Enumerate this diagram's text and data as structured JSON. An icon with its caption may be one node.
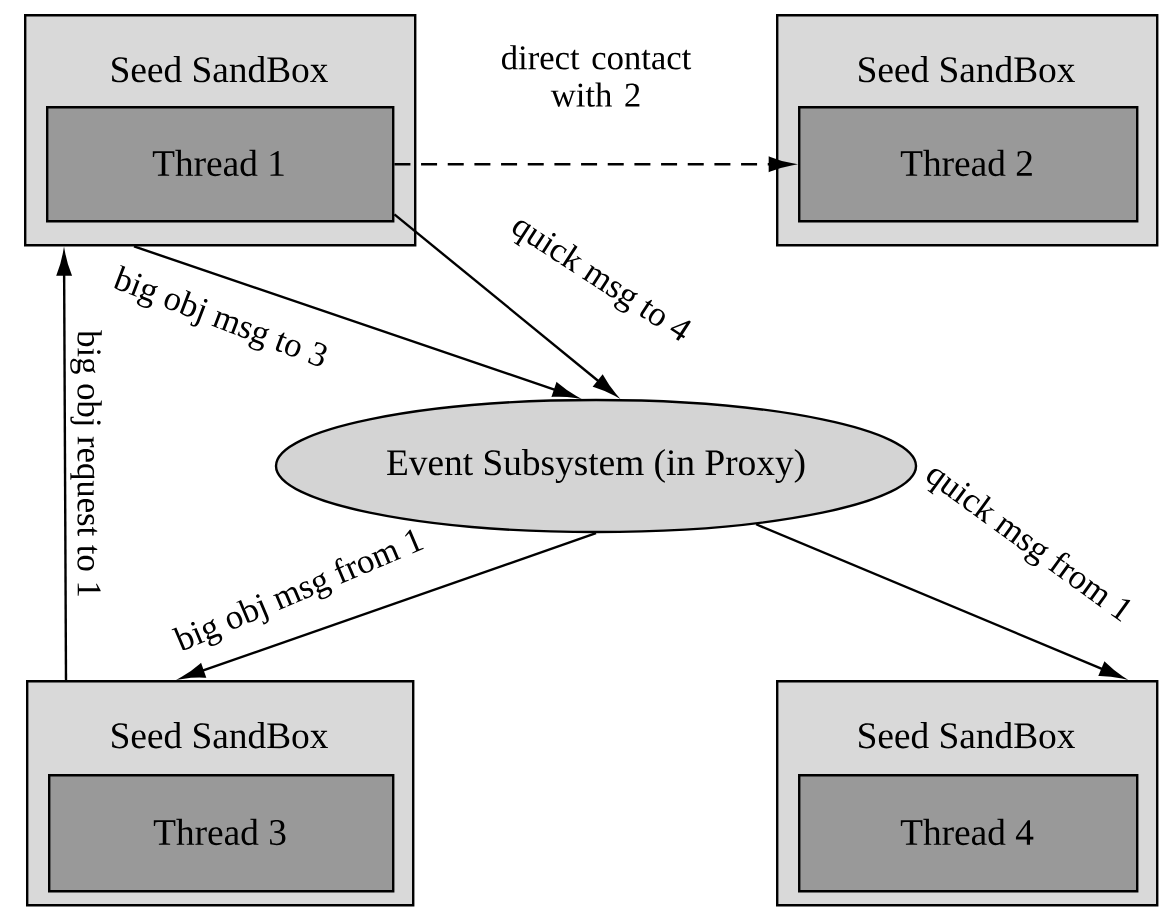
{
  "diagram": {
    "nodes": [
      {
        "text": [
          "Seed SandBox"
        ]
      },
      {
        "text": [
          "Thread 1"
        ],
        "in": 0
      },
      {
        "text": [
          "Seed SandBox"
        ]
      },
      {
        "text": [
          "Thread 2"
        ],
        "in": 2
      },
      {
        "text": [
          "Event Subsystem (in Proxy)"
        ]
      },
      {
        "text": [
          "Seed SandBox"
        ]
      },
      {
        "text": [
          "Thread 3"
        ],
        "in": 5
      },
      {
        "text": [
          "Seed SandBox"
        ]
      },
      {
        "text": [
          "Thread 4"
        ],
        "in": 7
      }
    ],
    "edges": [
      {
        "from": 1,
        "to": 3,
        "arrow": "to",
        "style": "dashed",
        "label": "direct contact with 2"
      },
      {
        "from": 0,
        "to": 4,
        "arrow": "to",
        "label": "big obj msg to 3"
      },
      {
        "from": 1,
        "to": 4,
        "arrow": "to",
        "label": "quick msg to 4"
      },
      {
        "from": 4,
        "to": 5,
        "arrow": "to",
        "label": "big obj msg from 1"
      },
      {
        "from": 4,
        "to": 7,
        "arrow": "to",
        "label": "quick msg from 1"
      },
      {
        "from": 5,
        "to": 0,
        "arrow": "to",
        "label": "big obj request to 1"
      }
    ]
  }
}
